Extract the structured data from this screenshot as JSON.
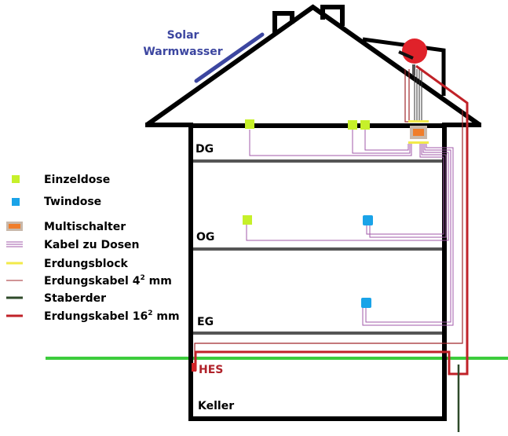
{
  "solar_label": {
    "line1": "Solar",
    "line2": "Warmwasser"
  },
  "floors": [
    {
      "id": "dg",
      "label": "DG"
    },
    {
      "id": "og",
      "label": "OG"
    },
    {
      "id": "eg",
      "label": "EG"
    },
    {
      "id": "keller",
      "label": "Keller"
    }
  ],
  "hes_label": "HES",
  "legend": [
    {
      "key": "einzeldose",
      "label": "Einzeldose"
    },
    {
      "key": "twindose",
      "label": "Twindose"
    },
    {
      "key": "multischalter",
      "label": "Multischalter"
    },
    {
      "key": "kabel",
      "label": "Kabel zu Dosen"
    },
    {
      "key": "erdungsblock",
      "label": "Erdungsblock"
    },
    {
      "key": "erdungskabel4",
      "label": "Erdungskabel 4",
      "sup": "2",
      "suffix": " mm"
    },
    {
      "key": "staberder",
      "label": "Staberder"
    },
    {
      "key": "erdungskabel16",
      "label": "Erdungskabel 16",
      "sup": "2",
      "suffix": " mm"
    }
  ],
  "colors": {
    "einzeldose": "#c6f02a",
    "twindose": "#1aa3e8",
    "multischalter_bg": "#c8b8aa",
    "multischalter_fg": "#f07d2a",
    "kabel": "#a05aa8",
    "erdungsblock": "#f2ea4a",
    "erdungskabel4": "#a0282c",
    "staberder": "#2e4a2a",
    "erdungskabel16": "#c02228",
    "solar": "#3c46a0",
    "ground": "#3ccc3c",
    "floor_slab": "#555555",
    "dish": "#e0222a"
  }
}
